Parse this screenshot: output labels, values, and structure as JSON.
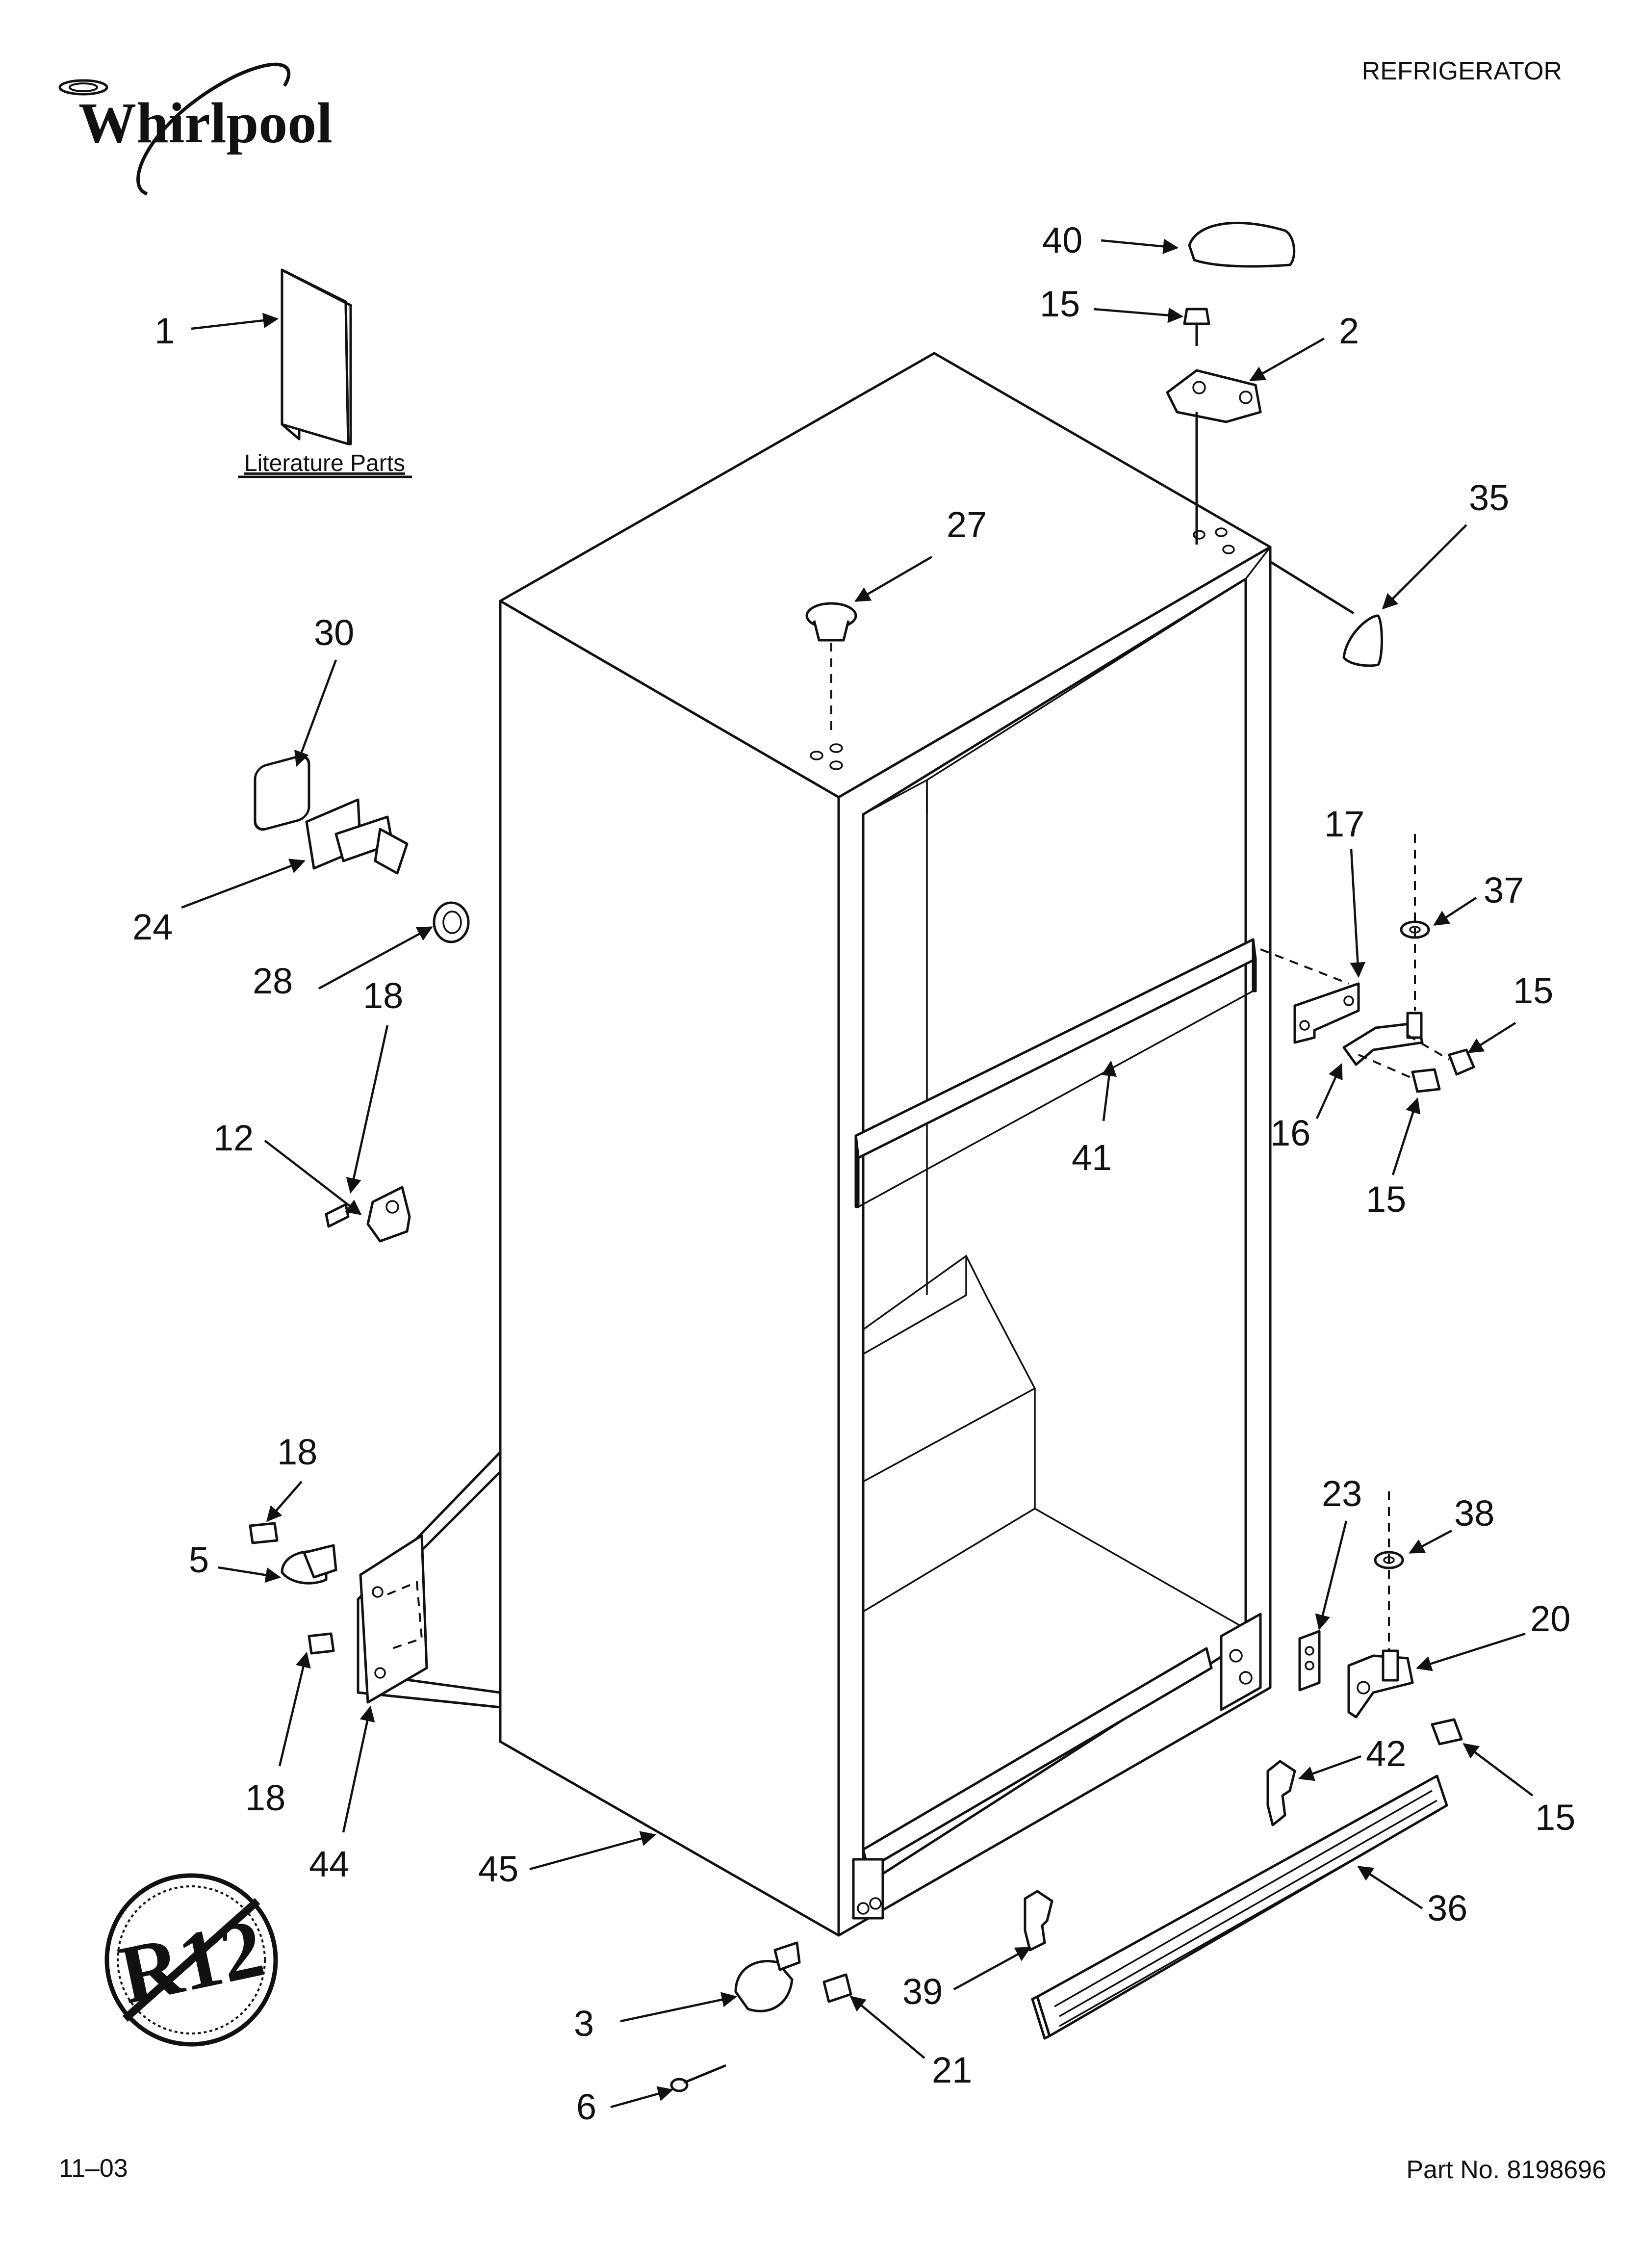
{
  "brand": "Whirlpool",
  "header": {
    "title": "REFRIGERATOR"
  },
  "literature": {
    "label": "Literature Parts"
  },
  "badge": {
    "text": "R12"
  },
  "footer": {
    "date_code": "11–03",
    "part_number": "Part No. 8198696"
  },
  "callouts": [
    {
      "id": "c40",
      "label": "40"
    },
    {
      "id": "c15a",
      "label": "15"
    },
    {
      "id": "c2",
      "label": "2"
    },
    {
      "id": "c1",
      "label": "1"
    },
    {
      "id": "c35",
      "label": "35"
    },
    {
      "id": "c27",
      "label": "27"
    },
    {
      "id": "c30",
      "label": "30"
    },
    {
      "id": "c24",
      "label": "24"
    },
    {
      "id": "c28",
      "label": "28"
    },
    {
      "id": "c18a",
      "label": "18"
    },
    {
      "id": "c12",
      "label": "12"
    },
    {
      "id": "c17",
      "label": "17"
    },
    {
      "id": "c37",
      "label": "37"
    },
    {
      "id": "c15b",
      "label": "15"
    },
    {
      "id": "c41",
      "label": "41"
    },
    {
      "id": "c16",
      "label": "16"
    },
    {
      "id": "c15c",
      "label": "15"
    },
    {
      "id": "c18b",
      "label": "18"
    },
    {
      "id": "c5",
      "label": "5"
    },
    {
      "id": "c18c",
      "label": "18"
    },
    {
      "id": "c44",
      "label": "44"
    },
    {
      "id": "c23",
      "label": "23"
    },
    {
      "id": "c38",
      "label": "38"
    },
    {
      "id": "c20",
      "label": "20"
    },
    {
      "id": "c42",
      "label": "42"
    },
    {
      "id": "c15d",
      "label": "15"
    },
    {
      "id": "c45",
      "label": "45"
    },
    {
      "id": "c36",
      "label": "36"
    },
    {
      "id": "c39",
      "label": "39"
    },
    {
      "id": "c3",
      "label": "3"
    },
    {
      "id": "c6",
      "label": "6"
    },
    {
      "id": "c21",
      "label": "21"
    }
  ]
}
